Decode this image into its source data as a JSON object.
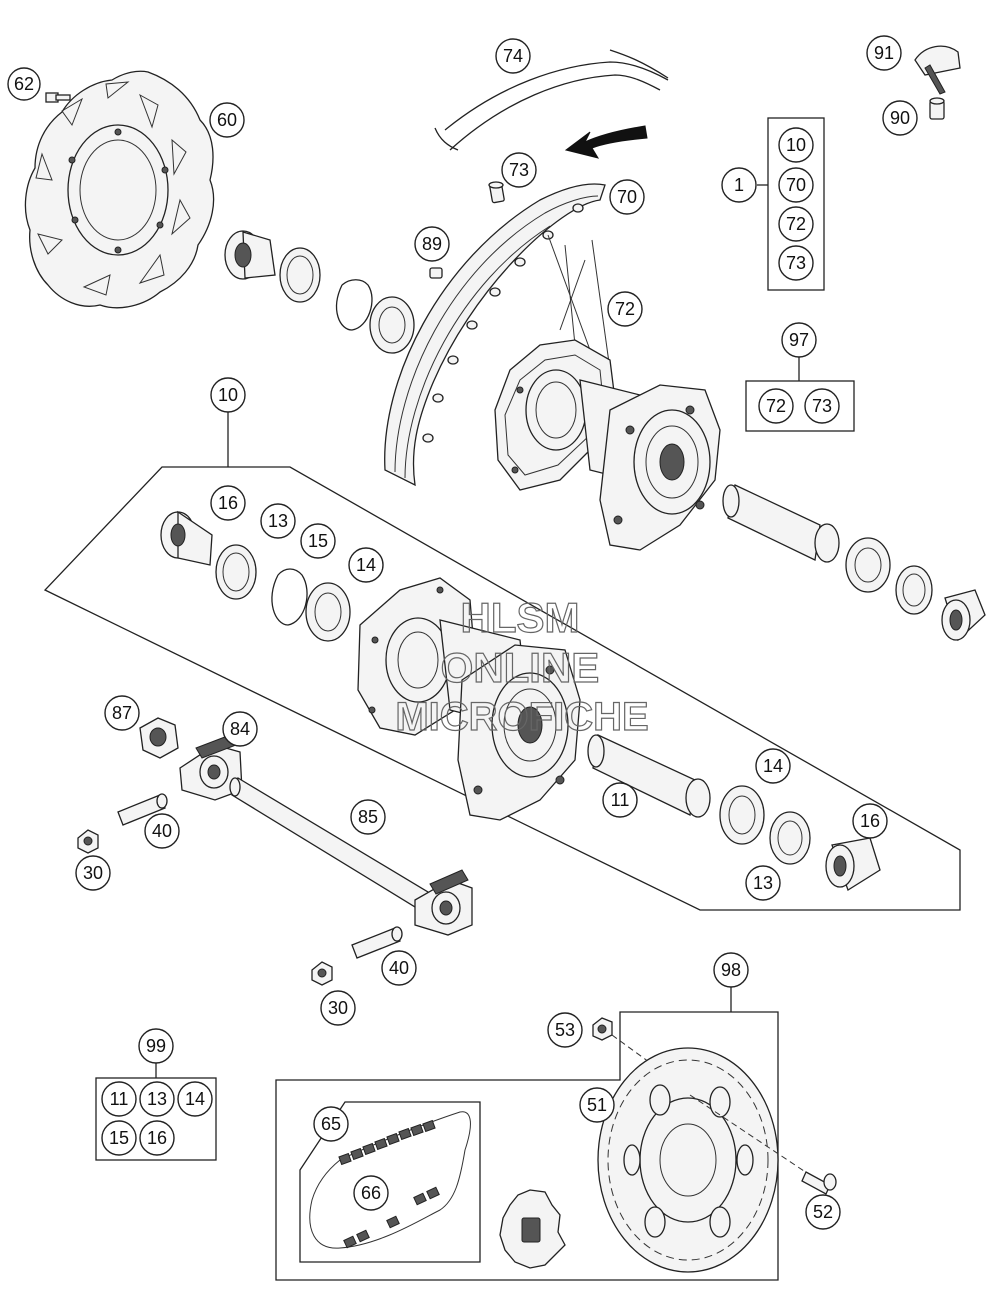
{
  "callouts": {
    "c62": "62",
    "c60": "60",
    "c74": "74",
    "c73a": "73",
    "c70": "70",
    "c89": "89",
    "c72a": "72",
    "c91": "91",
    "c90": "90",
    "c1": "1",
    "c10a": "10",
    "c70b": "70",
    "c72b": "72",
    "c73b": "73",
    "c97": "97",
    "c72c": "72",
    "c73c": "73",
    "c10": "10",
    "c16a": "16",
    "c13a": "13",
    "c15": "15",
    "c14a": "14",
    "c87": "87",
    "c84": "84",
    "c40a": "40",
    "c30a": "30",
    "c85": "85",
    "c11": "11",
    "c14b": "14",
    "c16b": "16",
    "c13b": "13",
    "c40b": "40",
    "c30b": "30",
    "c98": "98",
    "c53": "53",
    "c51": "51",
    "c52": "52",
    "c65": "65",
    "c66": "66",
    "c99": "99",
    "c11b": "11",
    "c13c": "13",
    "c14c": "14",
    "c15b": "15",
    "c16c": "16"
  },
  "watermark": {
    "line1": "HLSM",
    "line2": "ONLINE",
    "line3": "MICROFICHE"
  }
}
